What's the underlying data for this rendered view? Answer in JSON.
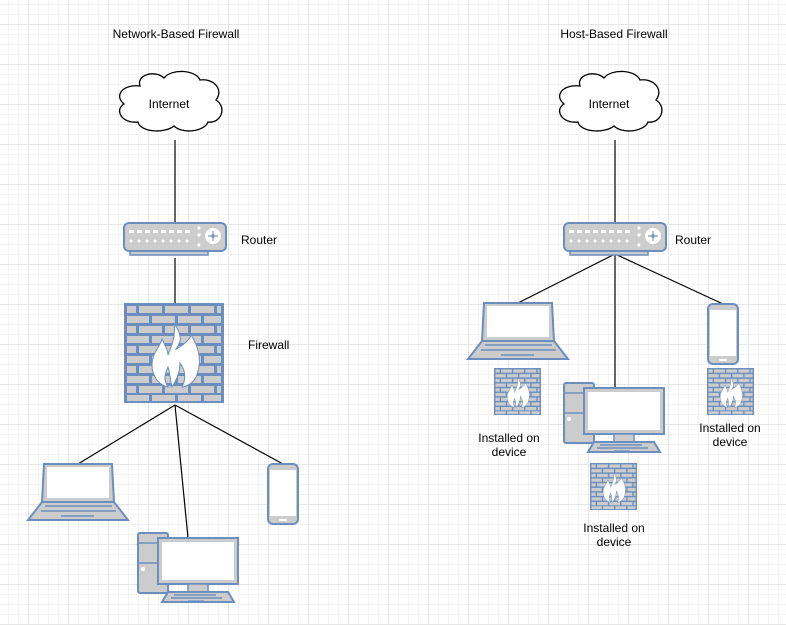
{
  "colors": {
    "device_stroke": "#6c8ebf",
    "device_fill": "#cccccc",
    "screen_fill": "#ffffff",
    "line": "#000000"
  },
  "network_based": {
    "title": "Network-Based Firewall",
    "internet_label": "Internet",
    "router_label": "Router",
    "firewall_label": "Firewall"
  },
  "host_based": {
    "title": "Host-Based Firewall",
    "internet_label": "Internet",
    "router_label": "Router",
    "laptop_firewall_label": [
      "Installed on",
      "device"
    ],
    "desktop_firewall_label": [
      "Installed on",
      "device"
    ],
    "phone_firewall_label": [
      "Installed on",
      "device"
    ]
  }
}
